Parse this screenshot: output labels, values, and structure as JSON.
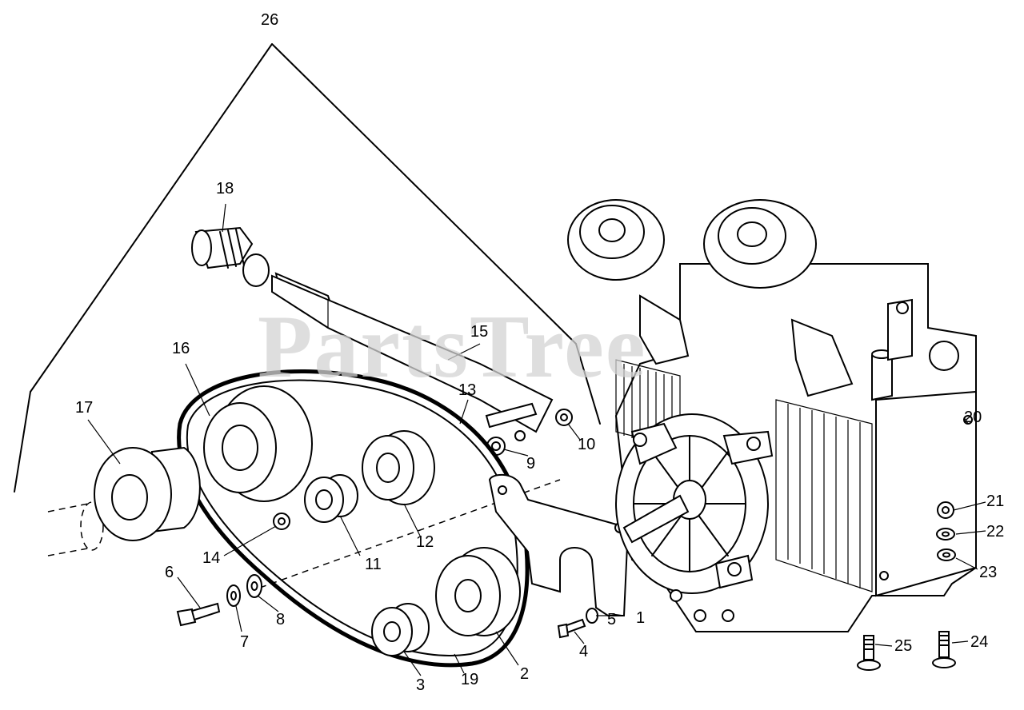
{
  "watermark": "PartsTree",
  "callouts": {
    "c1": "1",
    "c2": "2",
    "c3": "3",
    "c4": "4",
    "c5": "5",
    "c6": "6",
    "c7": "7",
    "c8": "8",
    "c9": "9",
    "c10": "10",
    "c11": "11",
    "c12": "12",
    "c13": "13",
    "c14": "14",
    "c15": "15",
    "c16": "16",
    "c17": "17",
    "c18": "18",
    "c19": "19",
    "c20": "20",
    "c21": "21",
    "c22": "22",
    "c23": "23",
    "c24": "24",
    "c25": "25",
    "c26": "26"
  }
}
